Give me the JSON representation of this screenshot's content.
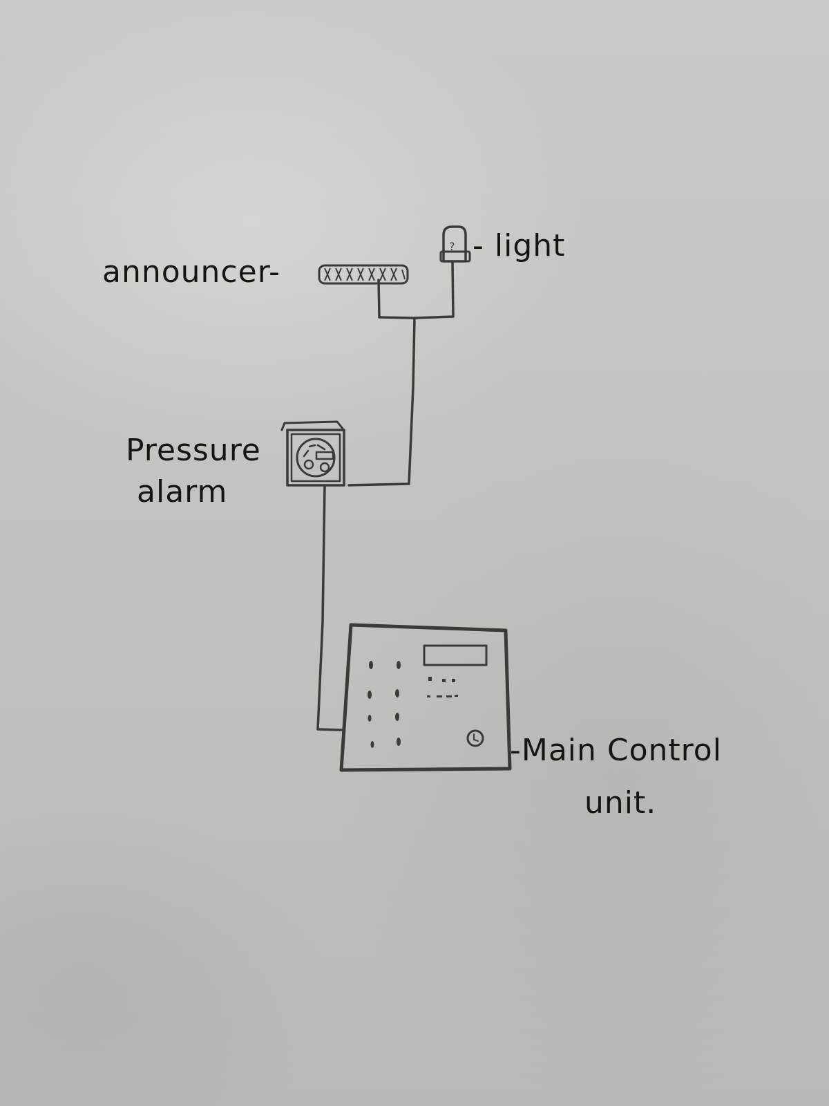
{
  "labels": {
    "announcer": "announcer-",
    "light": "- light",
    "pressure_alarm_line1": "Pressure",
    "pressure_alarm_line2": "alarm",
    "main_control_line1": "-Main Control",
    "main_control_line2": "unit."
  },
  "colors": {
    "paper": "#c3c4c0",
    "ink": "#3a3a3a",
    "text": "#151515"
  },
  "icons": {
    "announcer": "speaker-bar-icon",
    "light": "beacon-light-icon",
    "pressure_alarm": "pressure-gauge-icon",
    "main_control_unit": "control-panel-icon"
  }
}
